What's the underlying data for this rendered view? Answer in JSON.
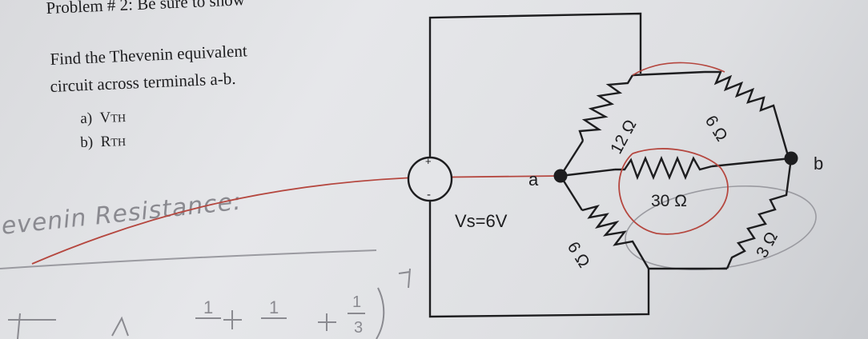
{
  "problem": {
    "header": "Problem # 2: Be sure to show",
    "question_line1": "Find the Thevenin equivalent",
    "question_line2": "circuit across terminals a-b.",
    "parts": [
      {
        "marker": "a)",
        "main": "V",
        "sub": "TH"
      },
      {
        "marker": "b)",
        "main": "R",
        "sub": "TH"
      }
    ]
  },
  "handwriting": {
    "note": "evenin Resistance:",
    "fractions": [
      "1",
      "1",
      "1",
      "3"
    ]
  },
  "circuit": {
    "source_label": "Vs=6V",
    "source_plus": "+",
    "source_minus": "-",
    "node_a": "a",
    "node_b": "b",
    "resistors": {
      "r12": "12 Ω",
      "r6_top": "6 Ω",
      "r30": "30 Ω",
      "r6_bottom": "6 Ω",
      "r3": "3 Ω"
    }
  },
  "colors": {
    "ink": "#1d1d1f",
    "red_ink": "#b5473f",
    "pencil": "#8a8a90",
    "paper": "#e3e4e7"
  }
}
